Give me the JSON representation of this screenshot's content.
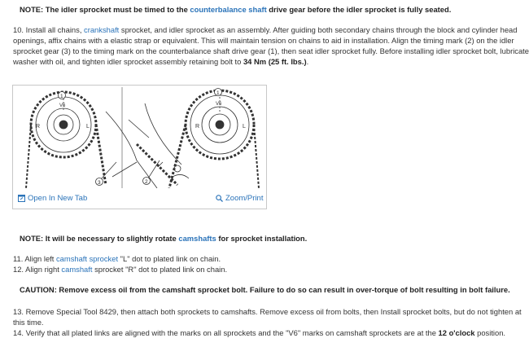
{
  "note1": {
    "prefix": "NOTE: The idler sprocket must be timed to the ",
    "link": "counterbalance shaft",
    "suffix": " drive gear before the idler sprocket is fully seated."
  },
  "step10": {
    "line1_a": "10. Install all chains, ",
    "line1_link": "crankshaft",
    "line1_b": " sprocket, and idler sprocket as an assembly. After guiding both secondary chains through the block and cylinder head",
    "line2": "openings, affix chains with a elastic strap or equivalent. This will maintain tension on chains to aid in installation. Align the timing mark (2) on the idler",
    "line3": "sprocket gear (3) to the timing mark on the counterbalance shaft drive gear (1), then seat idler sprocket fully. Before installing idler sprocket bolt, lubricate",
    "line4_a": "washer with oil, and tighten idler sprocket assembly retaining bolt to ",
    "line4_bold": "34 Nm (25 ft. lbs.)",
    "line4_b": "."
  },
  "figure": {
    "callouts": [
      "1",
      "2",
      "3"
    ],
    "open_label": "Open In New Tab",
    "zoom_label": "Zoom/Print",
    "open_icon": "open-in-new-tab-icon",
    "zoom_icon": "magnifier-icon"
  },
  "note2": {
    "prefix": "NOTE: It will be necessary to slightly rotate ",
    "link": "camshafts",
    "suffix": " for sprocket installation."
  },
  "step11": {
    "a": "11. Align left ",
    "link": "camshaft sprocket",
    "b": " \"L\" dot to plated link on chain."
  },
  "step12": {
    "a": "12. Align right ",
    "link": "camshaft",
    "b": " sprocket \"R\" dot to plated link on chain."
  },
  "caution": "CAUTION: Remove excess oil from the camshaft sprocket bolt. Failure to do so can result in over-torque of bolt resulting in bolt failure.",
  "step13": {
    "line1": "13. Remove Special Tool 8429, then attach both sprockets to camshafts. Remove excess oil from bolts, then Install sprocket bolts, but do not tighten at",
    "line2": "this time."
  },
  "step14": {
    "a": "14. Verify that all plated links are aligned with the marks on all sprockets and the \"V6\" marks on camshaft sprockets are at the ",
    "bold": "12 o'clock",
    "b": " position."
  },
  "colors": {
    "link": "#2a73b9",
    "text": "#333333"
  }
}
